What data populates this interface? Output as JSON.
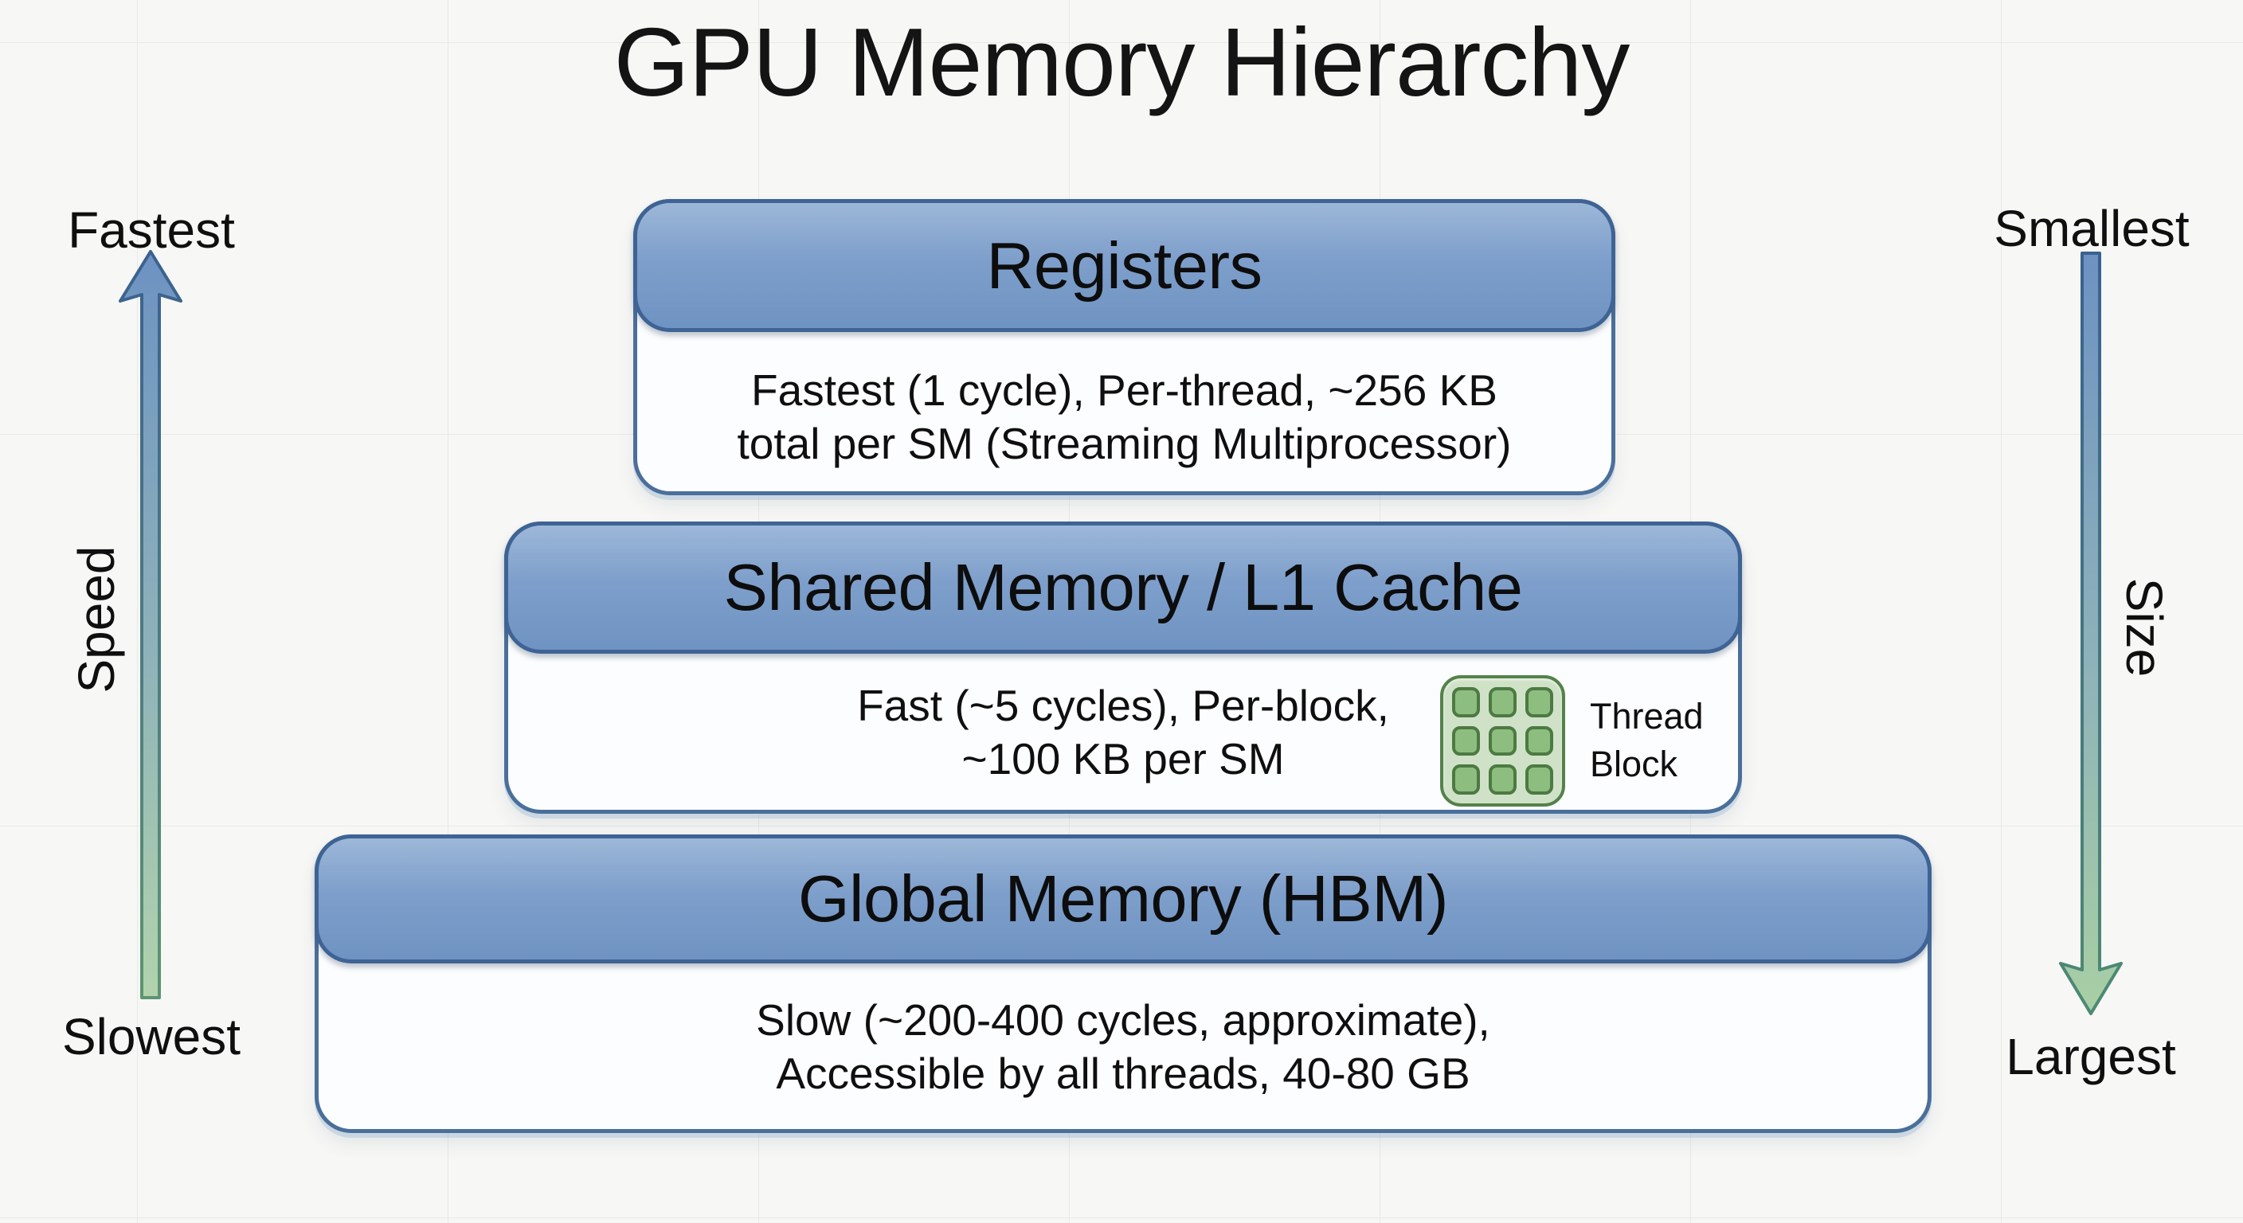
{
  "title": "GPU Memory Hierarchy",
  "speed_axis": {
    "top": "Fastest",
    "label": "Speed",
    "bottom": "Slowest",
    "arrow_direction": "up"
  },
  "size_axis": {
    "top": "Smallest",
    "label": "Size",
    "bottom": "Largest",
    "arrow_direction": "down"
  },
  "tiers": [
    {
      "name": "Registers",
      "description": [
        "Fastest (1 cycle), Per-thread, ~256 KB",
        "total per SM (Streaming Multiprocessor)"
      ]
    },
    {
      "name": "Shared Memory / L1 Cache",
      "description": [
        "Fast (~5 cycles), Per-block,",
        "~100 KB per SM"
      ],
      "icon": {
        "name": "thread-block-grid",
        "rows": 3,
        "cols": 3,
        "label_line1": "Thread",
        "label_line2": "Block"
      }
    },
    {
      "name": "Global Memory (HBM)",
      "description": [
        "Slow (~200-400 cycles, approximate),",
        "Accessible by all threads, 40-80 GB"
      ]
    }
  ],
  "colors": {
    "background": "#f7f7f5",
    "header_fill": "#7e9fcb",
    "header_border": "#3e6394",
    "box_fill": "#fcfdfe",
    "box_border": "#4a6f9b",
    "arrow_blue": "#6d92c2",
    "arrow_green": "#aed1a8",
    "icon_fill": "#8ebd80",
    "icon_border": "#4d7a43",
    "text": "#101010"
  }
}
